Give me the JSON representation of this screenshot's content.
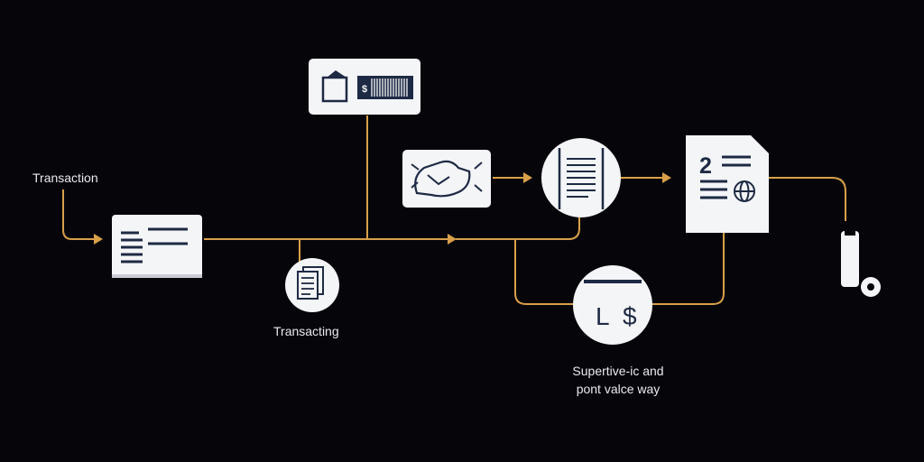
{
  "labels": {
    "transaction": "Transaction",
    "transacting": "Transacting",
    "supertive_line1": "Supertive-ic and",
    "supertive_line2": "pont valce way"
  },
  "icons": {
    "dollar_symbol": "$",
    "ls_letters": "L",
    "ls_dollar": "$",
    "report_number": "2"
  },
  "colors": {
    "background": "#06060a",
    "connector": "#d9a04a",
    "card": "#f4f5f7",
    "ink": "#1e2a44",
    "label": "#e9e9ef"
  }
}
